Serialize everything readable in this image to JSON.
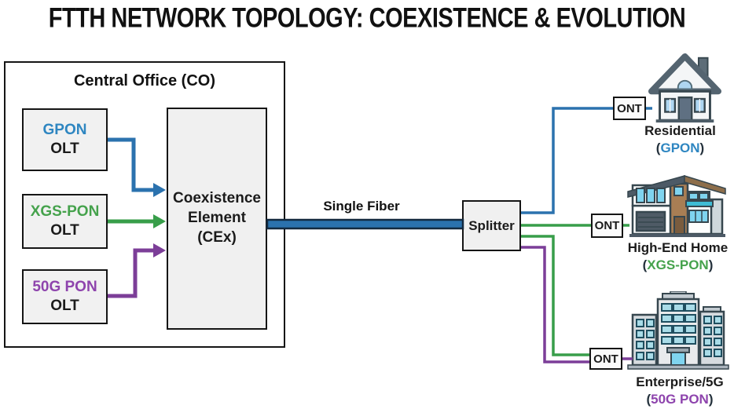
{
  "title": "FTTH NETWORK TOPOLOGY: COEXISTENCE & EVOLUTION",
  "punct": {
    "open": "(",
    "close": ")"
  },
  "central_office": {
    "label": "Central Office (CO)",
    "olts": [
      {
        "tech": "GPON",
        "unit": "OLT",
        "color": "#2E86C1"
      },
      {
        "tech": "XGS-PON",
        "unit": "OLT",
        "color": "#45A24C"
      },
      {
        "tech": "50G PON",
        "unit": "OLT",
        "color": "#8E44AD"
      }
    ],
    "coexistence_element": "Coexistence Element (CEx)"
  },
  "fiber_label": "Single Fiber",
  "splitter_label": "Splitter",
  "ont_label": "ONT",
  "endpoints": [
    {
      "name": "Residential",
      "tech": "GPON",
      "color": "#2E86C1",
      "icon": "house-icon"
    },
    {
      "name": "High-End Home",
      "tech": "XGS-PON",
      "color": "#45A24C",
      "icon": "modern-house-icon"
    },
    {
      "name": "Enterprise/5G",
      "tech": "50G PON",
      "color": "#8E44AD",
      "icon": "office-building-icon"
    }
  ],
  "colors": {
    "line_blue": "#2B72AE",
    "line_green": "#389E4A",
    "line_purple": "#7C3E98",
    "fiber_fill": "#2B72AE",
    "fiber_outline": "#13293F",
    "box_fill": "#F1F1F1",
    "border_dark": "#151515"
  }
}
